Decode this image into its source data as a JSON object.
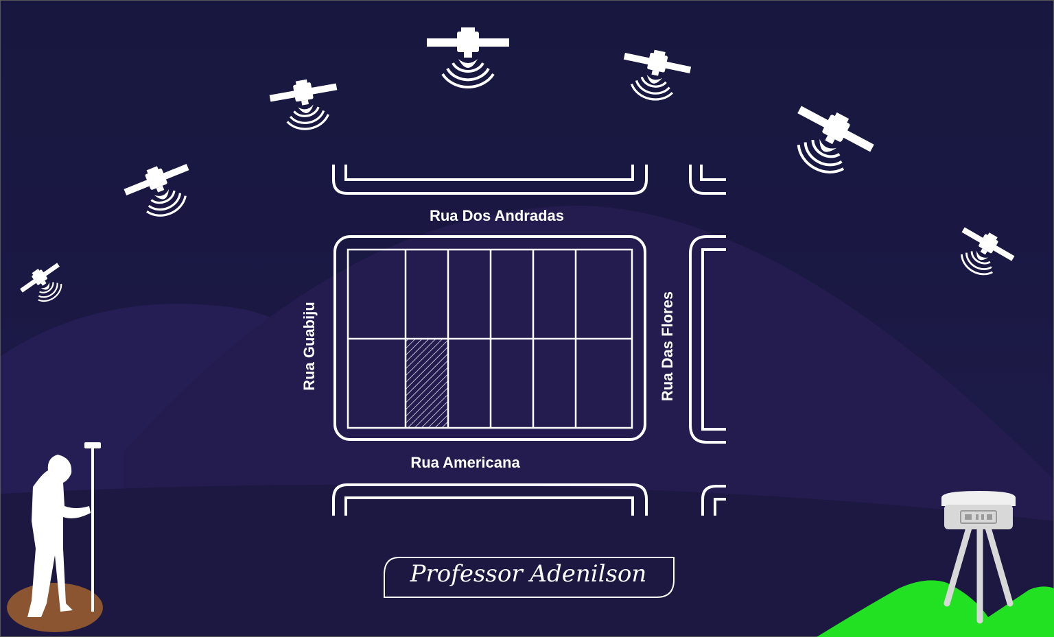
{
  "streets": {
    "top": "Rua Dos Andradas",
    "bottom": "Rua Americana",
    "left": "Rua Guabiju",
    "right": "Rua Das Flores"
  },
  "signature": "Professor Adenilson",
  "icons": [
    "satellite-icon",
    "surveyor-figure",
    "gnss-rover-pole",
    "gnss-base-tripod"
  ],
  "colors": {
    "background": "#1b1a45",
    "lines": "#ffffff",
    "hill": "#22e022",
    "ground_disk": "#8a5530",
    "receiver": "#d8d8d8"
  }
}
